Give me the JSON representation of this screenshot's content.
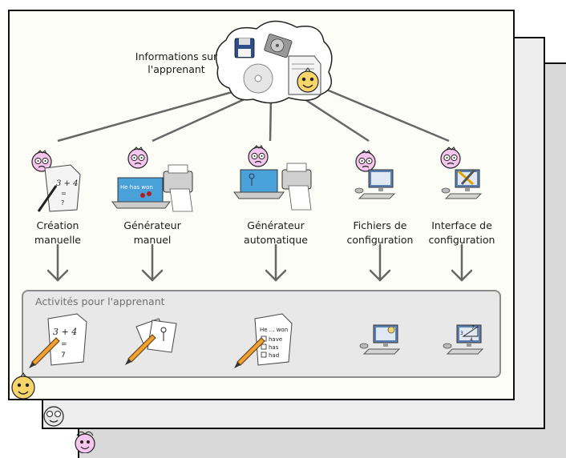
{
  "learner_info": {
    "label_line1": "Informations sur",
    "label_line2": "l'apprenant"
  },
  "tools": [
    {
      "line1": "Création",
      "line2": "manuelle"
    },
    {
      "line1": "Générateur",
      "line2": "manuel"
    },
    {
      "line1": "Générateur",
      "line2": "automatique"
    },
    {
      "line1": "Fichiers de",
      "line2": "configuration"
    },
    {
      "line1": "Interface de",
      "line2": "configuration"
    }
  ],
  "activities": {
    "title": "Activités pour l'apprenant",
    "math_card": {
      "top": "3 + 4",
      "eq": "=",
      "ans": "7"
    },
    "quiz_card": {
      "head": "He ... won",
      "options": [
        "have",
        "has",
        "had"
      ]
    },
    "manual_gen_screen_text": "He has won",
    "triangle_values": [
      "7",
      "3",
      "4"
    ]
  },
  "colors": {
    "front_card": "#fdfdf8",
    "mid_card": "#ededed",
    "back_card": "#d9d9d9",
    "activities_bg": "#e8e8e8",
    "connector": "#666666",
    "face_tutor": "#f7c6ee",
    "face_learner": "#f8d56b"
  }
}
